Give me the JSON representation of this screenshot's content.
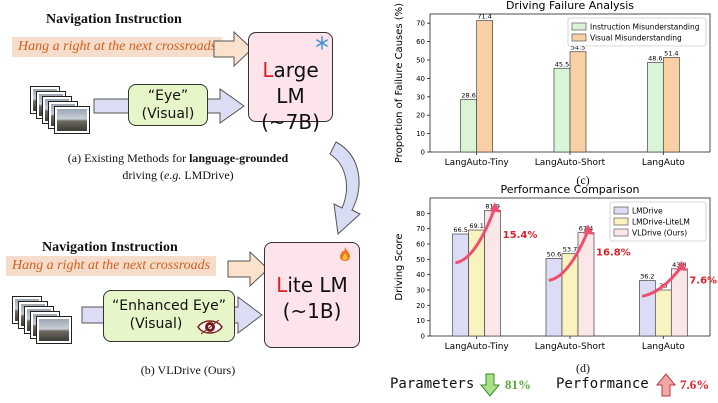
{
  "left": {
    "top": {
      "nav_title": "Navigation Instruction",
      "instruction": "Hang a right at the next crossroads",
      "eye_line1": "“Eye”",
      "eye_line2": "(Visual)",
      "lm_prefix": "L",
      "lm_rest": "arge LM",
      "lm_size": "(~7B)",
      "caption_line1_pre": "(a) Existing Methods for ",
      "caption_line1_bold": "language-grounded",
      "caption_line2_pre": "driving (",
      "caption_line2_italic": "e.g.",
      "caption_line2_post": " LMDrive)"
    },
    "bottom": {
      "nav_title": "Navigation Instruction",
      "instruction": "Hang a right at the next crossroads",
      "eye_line1": "“Enhanced Eye”",
      "eye_line2": "(Visual)",
      "lm_prefix": "L",
      "lm_rest": "ite LM",
      "lm_size": "(~1B)",
      "caption": "(b) VLDrive (Ours)"
    }
  },
  "icons": [
    "snowflake-icon",
    "flame-icon",
    "eye-icon",
    "arrow-down-icon",
    "arrow-up-icon"
  ],
  "colors": {
    "instruction_text": "#d2601a",
    "lm_box": "#fce4ea",
    "eye_box": "#e6f6c8",
    "accent_red": "#d8232a",
    "green": "#5aaa3c"
  },
  "chart_c_caption": "(c)",
  "chart_d_caption": "(d)",
  "bottom_stats": {
    "params_label": "Parameters",
    "params_value": "81%",
    "perf_label": "Performance",
    "perf_value": "7.6%"
  },
  "chart_data": [
    {
      "type": "bar",
      "title": "Driving Failure Analysis",
      "ylabel": "Proportion of Failure Causes (%)",
      "xlabel": "",
      "categories": [
        "LangAuto-Tiny",
        "LangAuto-Short",
        "LangAuto"
      ],
      "ylim": [
        0,
        75
      ],
      "yticks": [
        0,
        10,
        20,
        30,
        40,
        50,
        60,
        70
      ],
      "legend": "top-right",
      "grid": false,
      "series": [
        {
          "name": "Instruction Misunderstanding",
          "values": [
            28.6,
            45.5,
            48.6
          ],
          "color": "#d9f4d6"
        },
        {
          "name": "Visual Misunderstanding",
          "values": [
            71.4,
            54.5,
            51.4
          ],
          "color": "#f9cfa4"
        }
      ]
    },
    {
      "type": "bar",
      "title": "Performance Comparison",
      "ylabel": "Driving Score",
      "xlabel": "",
      "categories": [
        "LangAuto-Tiny",
        "LangAuto-Short",
        "LangAuto"
      ],
      "ylim": [
        0,
        90
      ],
      "yticks": [
        0,
        10,
        20,
        30,
        40,
        50,
        60,
        70,
        80
      ],
      "legend": "top-right",
      "grid": false,
      "series": [
        {
          "name": "LMDrive",
          "values": [
            66.5,
            50.6,
            36.2
          ],
          "color": "#dcdcf6"
        },
        {
          "name": "LMDrive-LiteLM",
          "values": [
            69.1,
            53.7,
            30.0
          ],
          "color": "#f9f3c0"
        },
        {
          "name": "VLDrive (Ours)",
          "values": [
            81.9,
            67.4,
            43.8
          ],
          "color": "#fbe7e7"
        }
      ],
      "annotations": [
        "15.4%",
        "16.8%",
        "7.6%"
      ]
    }
  ]
}
